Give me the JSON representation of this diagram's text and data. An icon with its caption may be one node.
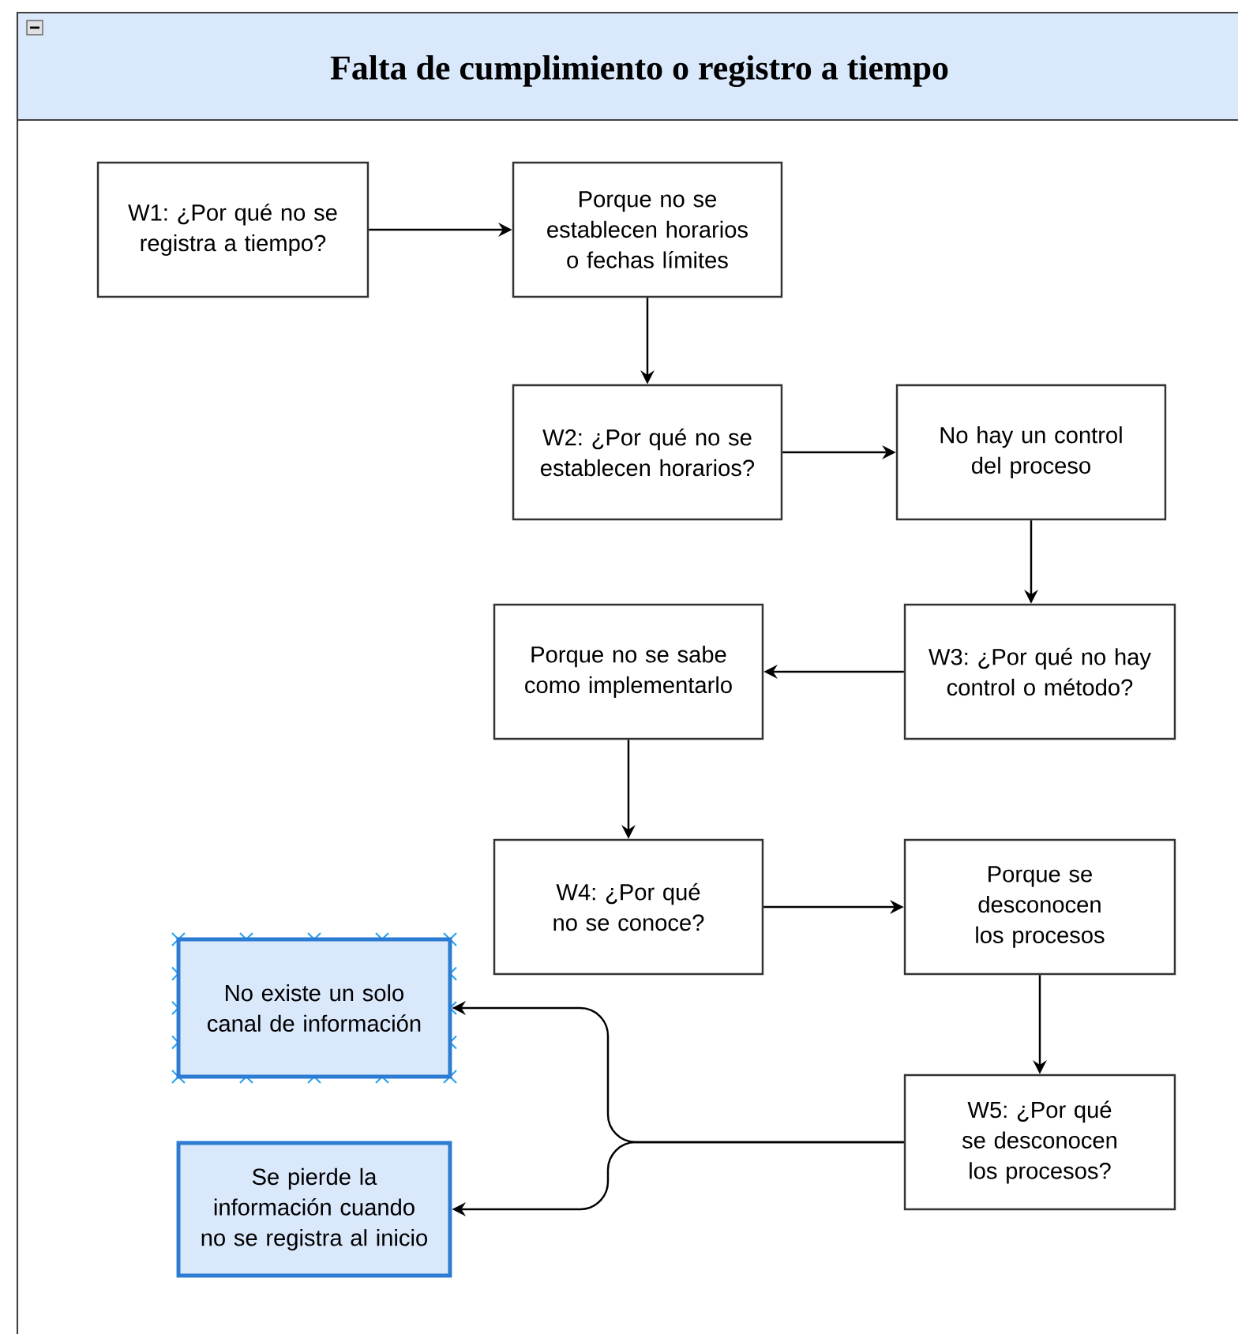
{
  "diagram": {
    "title": "Falta de cumplimiento o registro a tiempo",
    "nodes": [
      {
        "text": [
          "W1: ¿Por qué no se registra a tiempo?"
        ]
      },
      {
        "text": [
          "Porque no se establecen horarios o fechas límites"
        ]
      },
      {
        "text": [
          "W2: ¿Por qué no se establecen horarios?"
        ]
      },
      {
        "text": [
          "No hay un control del proceso"
        ]
      },
      {
        "text": [
          "W3: ¿Por qué no hay control o método?"
        ]
      },
      {
        "text": [
          "Porque no se sabe como implementarlo"
        ]
      },
      {
        "text": [
          "W4: ¿Por qué no se conoce?"
        ]
      },
      {
        "text": [
          "Porque se desconocen los procesos"
        ]
      },
      {
        "text": [
          "W5: ¿Por qué se desconocen los procesos?"
        ]
      },
      {
        "text": [
          "No existe un solo canal de información"
        ]
      },
      {
        "text": [
          "Se pierde la información cuando no se registra al inicio"
        ]
      }
    ],
    "edges": [
      {
        "from": 0,
        "to": 1,
        "arrow": "to"
      },
      {
        "from": 1,
        "to": 2,
        "arrow": "to"
      },
      {
        "from": 2,
        "to": 3,
        "arrow": "to"
      },
      {
        "from": 3,
        "to": 4,
        "arrow": "to"
      },
      {
        "from": 4,
        "to": 5,
        "arrow": "to"
      },
      {
        "from": 5,
        "to": 6,
        "arrow": "to"
      },
      {
        "from": 6,
        "to": 7,
        "arrow": "to"
      },
      {
        "from": 7,
        "to": 8,
        "arrow": "to"
      },
      {
        "from": 8,
        "to": 9,
        "arrow": "to"
      },
      {
        "from": 8,
        "to": 10,
        "arrow": "to"
      }
    ]
  }
}
